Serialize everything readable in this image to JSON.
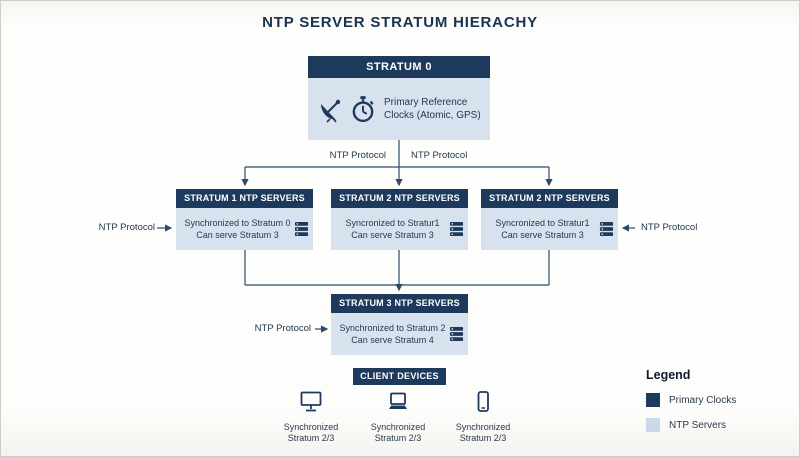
{
  "title": "NTP SERVER STRATUM HIERACHY",
  "labels": {
    "protocol": "NTP Protocol"
  },
  "colors": {
    "navy": "#1d3a5c",
    "light_blue": "#d8e2ee",
    "legend_light": "#c9d8ea",
    "line": "#2e4a68"
  },
  "stratum0": {
    "header": "STRATUM 0",
    "body_line1": "Primary Reference",
    "body_line2": "Clocks (Atomic, GPS)"
  },
  "servers": [
    {
      "header": "STRATUM 1 NTP SERVERS",
      "line1": "Synchronized to Stratum 0",
      "line2": "Can serve Stratum 3"
    },
    {
      "header": "STRATUM 2 NTP SERVERS",
      "line1": "Syncronized to Stratur1",
      "line2": "Can serve Stratum 3"
    },
    {
      "header": "STRATUM 2 NTP SERVERS",
      "line1": "Syncronized to Stratur1",
      "line2": "Can serve Stratum 3"
    }
  ],
  "stratum3": {
    "header": "STRATUM 3 NTP SERVERS",
    "line1": "Synchronized to Stratum 2",
    "line2": "Can serve Stratum 4"
  },
  "clients": {
    "header": "CLIENT DEVICES",
    "items": [
      {
        "line1": "Synchronized",
        "line2": "Stratum 2/3"
      },
      {
        "line1": "Synchronized",
        "line2": "Stratum 2/3"
      },
      {
        "line1": "Synchronized",
        "line2": "Stratum 2/3"
      }
    ]
  },
  "legend": {
    "title": "Legend",
    "items": [
      {
        "label": "Primary Clocks",
        "color": "#1d3a5c"
      },
      {
        "label": "NTP Servers",
        "color": "#c9d8ea"
      }
    ]
  }
}
